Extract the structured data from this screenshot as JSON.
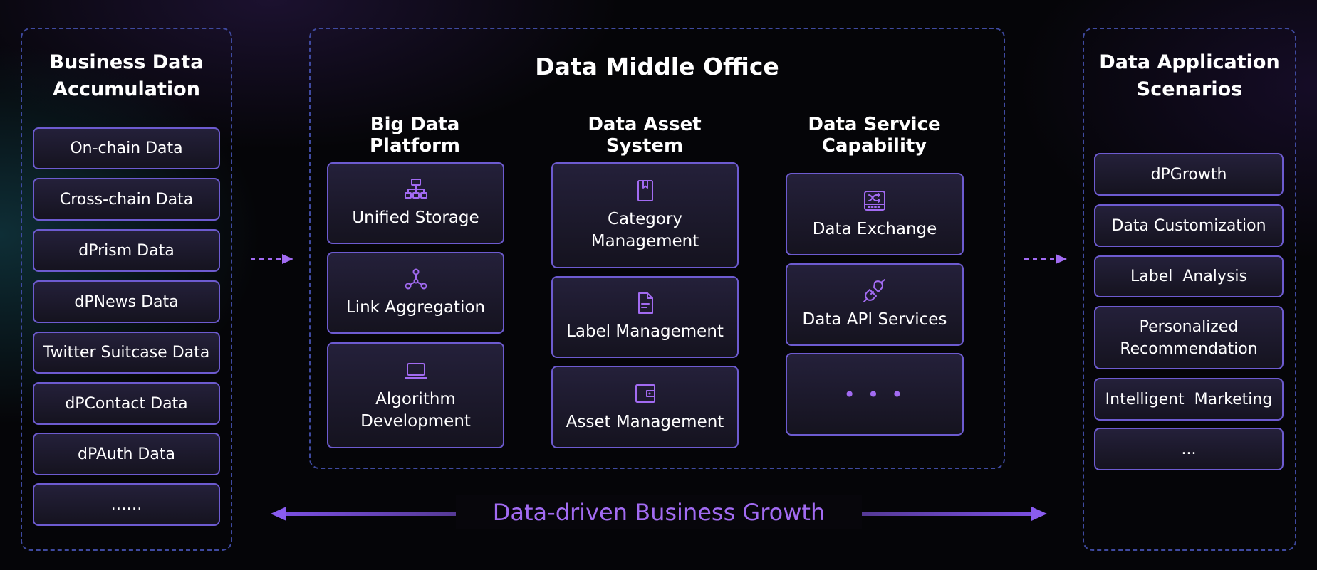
{
  "left_panel": {
    "title_line1": "Business Data",
    "title_line2": "Accumulation",
    "items": [
      "On-chain Data",
      "Cross-chain Data",
      "dPrism Data",
      "dPNews Data",
      "Twitter Suitcase Data",
      "dPContact Data",
      "dPAuth Data",
      "……"
    ]
  },
  "center_panel": {
    "title": "Data Middle Office",
    "columns": [
      {
        "title": "Big Data Platform",
        "tiles": [
          {
            "icon": "hierarchy-icon",
            "label": "Unified Storage"
          },
          {
            "icon": "network-nodes-icon",
            "label": "Link Aggregation"
          },
          {
            "icon": "laptop-icon",
            "line1": "Algorithm",
            "line2": "Development"
          }
        ]
      },
      {
        "title": "Data Asset System",
        "tiles": [
          {
            "icon": "book-icon",
            "line1": "Category",
            "line2": "Management"
          },
          {
            "icon": "document-icon",
            "label": "Label Management"
          },
          {
            "icon": "wallet-icon",
            "label": "Asset Management"
          }
        ]
      },
      {
        "title": "Data Service Capability",
        "tiles": [
          {
            "icon": "exchange-icon",
            "label": "Data Exchange"
          },
          {
            "icon": "plug-icon",
            "label": "Data API Services"
          },
          {
            "icon": "more-dots-icon",
            "label": "• • •"
          }
        ]
      }
    ]
  },
  "right_panel": {
    "title_line1": "Data Application",
    "title_line2": "Scenarios",
    "items": [
      {
        "label": "dPGrowth"
      },
      {
        "label": "Data Customization"
      },
      {
        "label": "Label  Analysis"
      },
      {
        "line1": "Personalized",
        "line2": "Recommendation"
      },
      {
        "label": "Intelligent  Marketing"
      },
      {
        "label": "..."
      }
    ]
  },
  "footer": {
    "label": "Data-driven Business Growth"
  },
  "colors": {
    "accent": "#a26bf2",
    "box_border": "#6d5bd0",
    "panel_border": "#3f4aa0",
    "background": "#050508"
  }
}
